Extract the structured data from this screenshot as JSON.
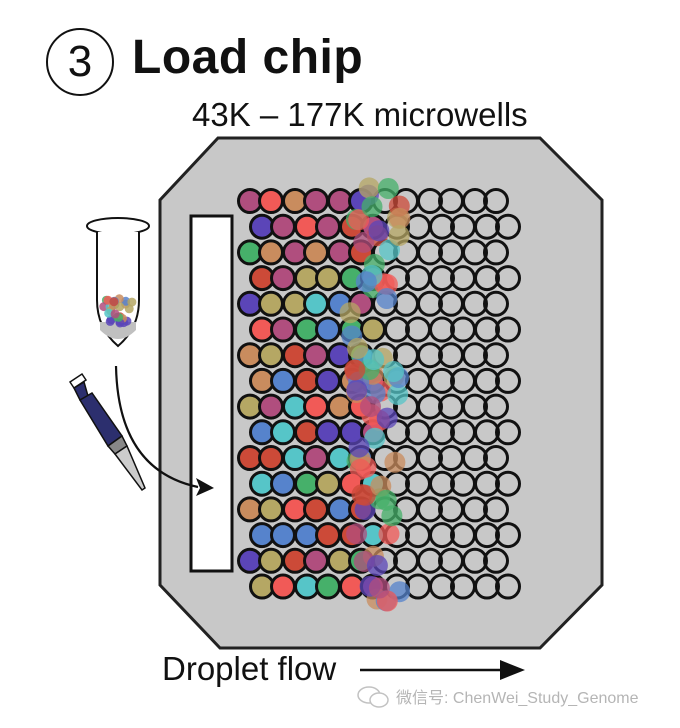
{
  "header": {
    "step_number": "3",
    "title": "Load chip",
    "subtitle": "43K – 177K microwells"
  },
  "footer": {
    "flow_label": "Droplet flow",
    "watermark": "微信号: ChenWei_Study_Genome"
  },
  "icons": {
    "tube": "microcentrifuge-tube-icon",
    "pipette": "pipette-icon",
    "arrow": "curved-arrow-icon",
    "wechat": "wechat-icon"
  },
  "colors": {
    "chip_fill": "#c8c8c8",
    "outline": "#111111",
    "bead_palette": {
      "magenta": "#b04e7e",
      "red": "#f15a57",
      "tan": "#c98c5e",
      "purple": "#5b45b8",
      "green": "#46b06a",
      "olive": "#b5a764",
      "cyan": "#56c5c8",
      "blue": "#5683cc",
      "brick": "#cc4a38"
    },
    "pipette": "#2c2f6e"
  },
  "chip": {
    "rows": 16,
    "wells_per_row": 12,
    "filled_wells": [
      [
        "magenta",
        "red",
        "tan",
        "magenta",
        "magenta",
        "purple"
      ],
      [
        "purple",
        "magenta",
        "red",
        "magenta",
        "brick",
        "magenta"
      ],
      [
        "green",
        "tan",
        "magenta",
        "tan",
        "magenta",
        "brick"
      ],
      [
        "brick",
        "magenta",
        "olive",
        "olive",
        "green",
        "magenta"
      ],
      [
        "purple",
        "olive",
        "olive",
        "cyan",
        "blue",
        "magenta"
      ],
      [
        "red",
        "magenta",
        "green",
        "blue",
        "green",
        "olive"
      ],
      [
        "tan",
        "olive",
        "brick",
        "magenta",
        "purple",
        "green"
      ],
      [
        "tan",
        "blue",
        "brick",
        "purple",
        "tan",
        "magenta"
      ],
      [
        "olive",
        "magenta",
        "cyan",
        "red",
        "tan",
        "red"
      ],
      [
        "blue",
        "cyan",
        "brick",
        "purple",
        "purple",
        "magenta"
      ],
      [
        "brick",
        "brick",
        "cyan",
        "magenta",
        "cyan",
        "blue"
      ],
      [
        "cyan",
        "blue",
        "green",
        "olive",
        "red",
        "cyan"
      ],
      [
        "tan",
        "olive",
        "red",
        "brick",
        "blue",
        "brick"
      ],
      [
        "blue",
        "blue",
        "blue",
        "brick",
        "brick",
        "cyan"
      ],
      [
        "purple",
        "olive",
        "brick",
        "magenta",
        "olive",
        "green"
      ],
      [
        "olive",
        "red",
        "cyan",
        "green",
        "red",
        "magenta"
      ]
    ]
  }
}
